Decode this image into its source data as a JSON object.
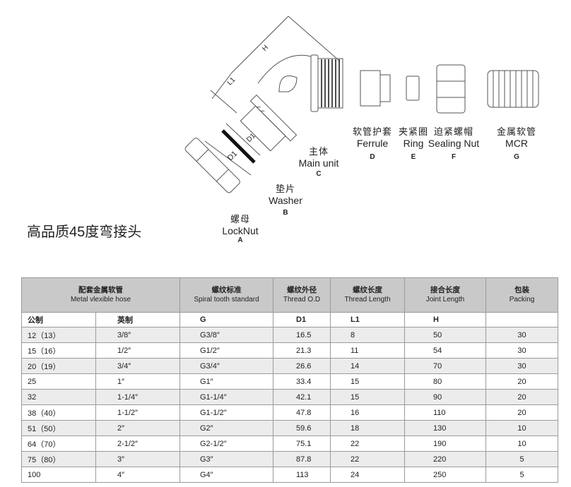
{
  "title": "高品质45度弯接头",
  "parts": [
    {
      "cn": "螺母",
      "en": "LockNut",
      "letter": "A"
    },
    {
      "cn": "垫片",
      "en": "Washer",
      "letter": "B"
    },
    {
      "cn": "主体",
      "en": "Main unit",
      "letter": "C"
    },
    {
      "cn": "软管护套",
      "en": "Ferrule",
      "letter": "D"
    },
    {
      "cn": "夹紧圈",
      "en": "Ring",
      "letter": "E"
    },
    {
      "cn": "迫紧螺帽",
      "en": "Sealing Nut",
      "letter": "F"
    },
    {
      "cn": "金属软管",
      "en": "MCR",
      "letter": "G"
    }
  ],
  "dims": {
    "h": "H",
    "l1": "L1",
    "d1a": "D1",
    "d1b": "D1"
  },
  "table": {
    "headers": [
      {
        "cn": "配套金属软管",
        "en": "Metal vlexible hose"
      },
      {
        "cn": "螺纹标准",
        "en": "Spiral tooth standard"
      },
      {
        "cn": "螺纹外径",
        "en": "Thread O.D"
      },
      {
        "cn": "螺纹长度",
        "en": "Thread Length"
      },
      {
        "cn": "接合长度",
        "en": "Joint Length"
      },
      {
        "cn": "包装",
        "en": "Packing"
      }
    ],
    "sub": [
      "公制",
      "英制",
      "G",
      "D1",
      "L1",
      "H",
      ""
    ],
    "rows": [
      [
        "12（13）",
        "3/8″",
        "G3/8″",
        "16.5",
        "8",
        "50",
        "30"
      ],
      [
        "15（16）",
        "1/2″",
        "G1/2″",
        "21.3",
        "11",
        "54",
        "30"
      ],
      [
        "20（19）",
        "3/4″",
        "G3/4″",
        "26.6",
        "14",
        "70",
        "30"
      ],
      [
        "25",
        "1″",
        "G1″",
        "33.4",
        "15",
        "80",
        "20"
      ],
      [
        "32",
        "1-1/4″",
        "G1-1/4″",
        "42.1",
        "15",
        "90",
        "20"
      ],
      [
        "38（40）",
        "1-1/2″",
        "G1-1/2″",
        "47.8",
        "16",
        "110",
        "20"
      ],
      [
        "51（50）",
        "2″",
        "G2″",
        "59.6",
        "18",
        "130",
        "10"
      ],
      [
        "64（70）",
        "2-1/2″",
        "G2-1/2″",
        "75.1",
        "22",
        "190",
        "10"
      ],
      [
        "75（80）",
        "3″",
        "G3″",
        "87.8",
        "22",
        "220",
        "5"
      ],
      [
        "100",
        "4″",
        "G4″",
        "113",
        "24",
        "250",
        "5"
      ]
    ]
  }
}
